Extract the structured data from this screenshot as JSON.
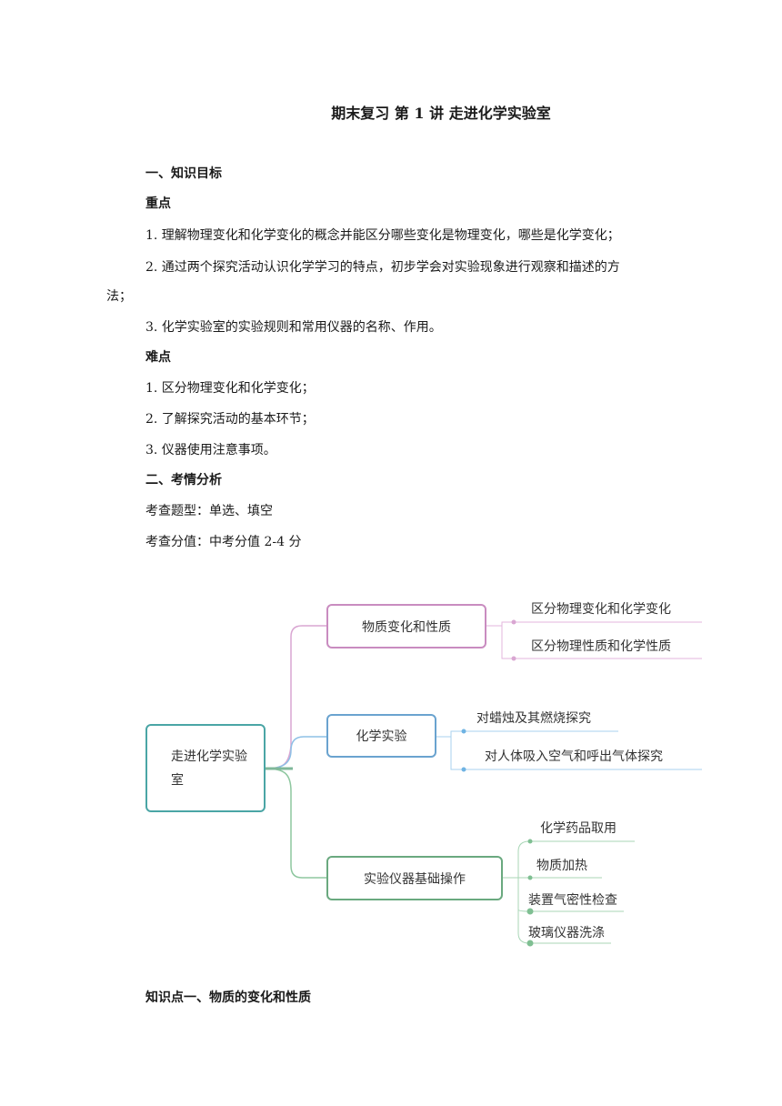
{
  "title": "期末复习  第 1 讲  走进化学实验室",
  "section1": {
    "heading": "一、知识目标",
    "key_points_heading": "重点",
    "key_points": [
      "1. 理解物理变化和化学变化的概念并能区分哪些变化是物理变化，哪些是化学变化；",
      "2. 通过两个探究活动认识化学学习的特点，初步学会对实验现象进行观察和描述的方",
      "法；",
      "3. 化学实验室的实验规则和常用仪器的名称、作用。"
    ],
    "difficult_points_heading": "难点",
    "difficult_points": [
      "1. 区分物理变化和化学变化；",
      "2. 了解探究活动的基本环节；",
      "3. 仪器使用注意事项。"
    ]
  },
  "section2": {
    "heading": "二、考情分析",
    "question_types": "考查题型：单选、填空",
    "score": "考查分值：中考分值 2-4 分"
  },
  "mindmap": {
    "root": "走进化学实验室",
    "branches": [
      {
        "label": "物质变化和性质",
        "color": "#c98cc0",
        "leaves": [
          "区分物理变化和化学变化",
          "区分物理性质和化学性质"
        ]
      },
      {
        "label": "化学实验",
        "color": "#6aa3cf",
        "leaves": [
          "对蜡烛及其燃烧探究",
          "对人体吸入空气和呼出气体探究"
        ]
      },
      {
        "label": "实验仪器基础操作",
        "color": "#6aa97f",
        "leaves": [
          "化学药品取用",
          "物质加热",
          "装置气密性检查",
          "玻璃仪器洗涤"
        ]
      }
    ]
  },
  "knowledge_point_1": "知识点一、物质的变化和性质"
}
